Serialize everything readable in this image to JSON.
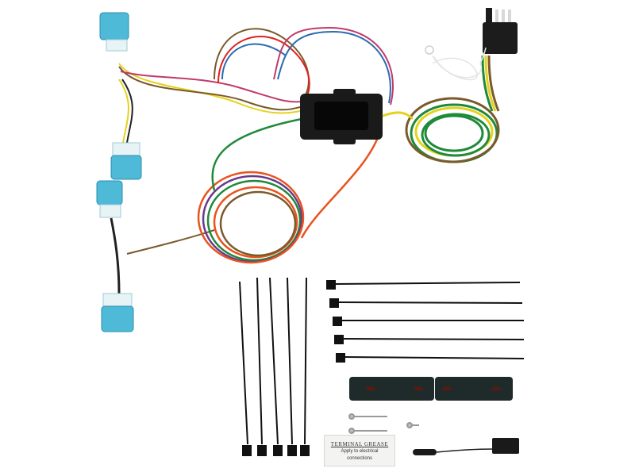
{
  "image": {
    "subject": "Vehicle-to-trailer tail light wiring harness kit",
    "background_color": "#ffffff"
  },
  "components": {
    "vehicle_connectors": [
      {
        "name": "upper-left-connector-pair",
        "color": "#4fb9d8"
      },
      {
        "name": "lower-left-connector-pair",
        "color": "#4fb9d8"
      }
    ],
    "converter_box": {
      "color": "#1a1a1a"
    },
    "four_pole_flat_connector": {
      "color": "#1c1c1c",
      "pins": 3,
      "wire_colors": [
        "#7a5a2a",
        "#e6d21c",
        "#1f8a3a"
      ]
    },
    "ground_wire": {
      "color": "#f0f0f0"
    },
    "wire_bundles": [
      {
        "name": "trailer-harness-coil",
        "colors": [
          "#1f8a3a",
          "#e6d21c",
          "#7a5a2a"
        ]
      },
      {
        "name": "vehicle-harness-coil",
        "colors": [
          "#1f8a3a",
          "#e8531e",
          "#6a3a8a",
          "#7a5a2a"
        ]
      }
    ],
    "cable_ties": {
      "vertical_count": 5,
      "horizontal_count": 5,
      "color": "#111111"
    },
    "mounting_bracket": {
      "color": "#1f2a2a"
    },
    "screws": {
      "count": 3
    },
    "terminal_grease": {
      "title": "TERMINAL GREASE",
      "subtitle_line1": "Apply to electrical",
      "subtitle_line2": "connections"
    },
    "dust_cover": {
      "color": "#1a1a1a"
    }
  }
}
